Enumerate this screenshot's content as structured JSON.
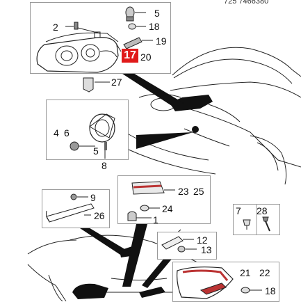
{
  "header": {
    "code_fragment": "725 7466380"
  },
  "colors": {
    "highlight": "#e01a1a",
    "line": "#111111",
    "box_border": "#999999"
  },
  "callouts": {
    "headlamp": {
      "n2": "2",
      "n5": "5",
      "n18": "18",
      "n19": "19",
      "n17": "17",
      "n20": "20"
    },
    "bracket": {
      "n27": "27"
    },
    "foglamp": {
      "n4": "4",
      "n6": "6",
      "n5": "5",
      "n8": "8"
    },
    "reflector": {
      "n9": "9",
      "n26": "26"
    },
    "tail_inner": {
      "n23": "23",
      "n25": "25",
      "n24": "24",
      "n1": "1"
    },
    "fasteners": {
      "n7": "7",
      "n28": "28"
    },
    "plate_lamp": {
      "n12": "12",
      "n13": "13"
    },
    "tail_outer": {
      "n21": "21",
      "n22": "22",
      "n18": "18"
    }
  }
}
